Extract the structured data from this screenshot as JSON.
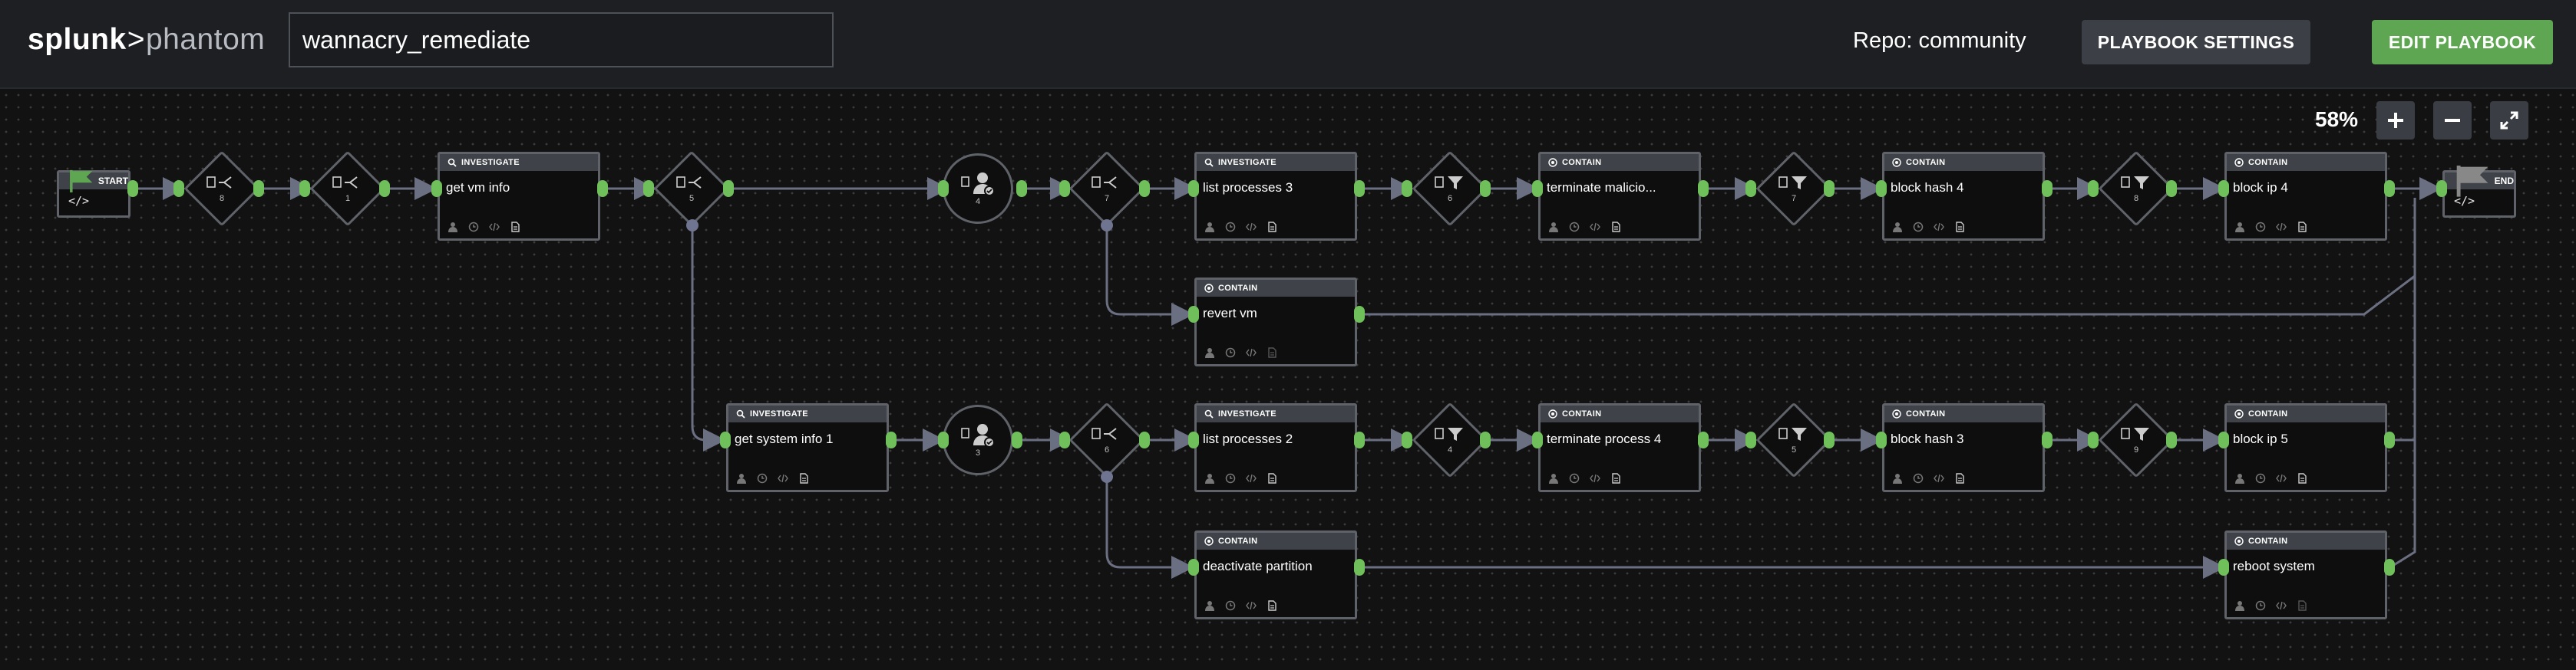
{
  "header": {
    "logo_bold": "splunk",
    "logo_sep": ">",
    "logo_product": "phantom",
    "playbook_name": "wannacry_remediate",
    "repo_label": "Repo: community",
    "settings_button": "PLAYBOOK SETTINGS",
    "edit_button": "EDIT PLAYBOOK"
  },
  "canvas": {
    "zoom_level": "58%",
    "start_label": "START",
    "end_label": "END",
    "code_glyph": "</>",
    "decisions": [
      {
        "id": "decision-8",
        "num": "8"
      },
      {
        "id": "decision-1",
        "num": "1"
      },
      {
        "id": "decision-5",
        "num": "5"
      },
      {
        "id": "decision-7",
        "num": "7"
      },
      {
        "id": "decision-6",
        "num": "6"
      }
    ],
    "filters": [
      {
        "id": "filter-6",
        "num": "6"
      },
      {
        "id": "filter-7",
        "num": "7"
      },
      {
        "id": "filter-8",
        "num": "8"
      },
      {
        "id": "filter-4",
        "num": "4"
      },
      {
        "id": "filter-5",
        "num": "5"
      },
      {
        "id": "filter-9",
        "num": "9"
      }
    ],
    "prompts": [
      {
        "id": "prompt-4",
        "num": "4"
      },
      {
        "id": "prompt-3",
        "num": "3"
      }
    ],
    "blocks": [
      {
        "id": "get-vm-info",
        "type": "INVESTIGATE",
        "title": "get vm info"
      },
      {
        "id": "list-processes-3",
        "type": "INVESTIGATE",
        "title": "list processes 3"
      },
      {
        "id": "terminate-malicio",
        "type": "CONTAIN",
        "title": "terminate malicio..."
      },
      {
        "id": "block-hash-4",
        "type": "CONTAIN",
        "title": "block hash 4"
      },
      {
        "id": "block-ip-4",
        "type": "CONTAIN",
        "title": "block ip 4"
      },
      {
        "id": "revert-vm",
        "type": "CONTAIN",
        "title": "revert vm"
      },
      {
        "id": "get-system-info-1",
        "type": "INVESTIGATE",
        "title": "get system info 1"
      },
      {
        "id": "list-processes-2",
        "type": "INVESTIGATE",
        "title": "list processes 2"
      },
      {
        "id": "terminate-process-4",
        "type": "CONTAIN",
        "title": "terminate process 4"
      },
      {
        "id": "block-hash-3",
        "type": "CONTAIN",
        "title": "block hash 3"
      },
      {
        "id": "block-ip-5",
        "type": "CONTAIN",
        "title": "block ip 5"
      },
      {
        "id": "deactivate-partition",
        "type": "CONTAIN",
        "title": "deactivate partition"
      },
      {
        "id": "reboot-system",
        "type": "CONTAIN",
        "title": "reboot system"
      }
    ]
  },
  "colors": {
    "accent_green": "#5ea651",
    "port_green": "#6fbf5a",
    "link_gray": "#6b6f82",
    "header_bg": "#1d1f22"
  },
  "icons": {
    "investigate": "search-icon",
    "contain": "target-icon",
    "decision": "share-icon",
    "filter": "funnel-icon",
    "prompt": "user-check-icon",
    "note": "document-icon",
    "flag": "flag-icon"
  }
}
